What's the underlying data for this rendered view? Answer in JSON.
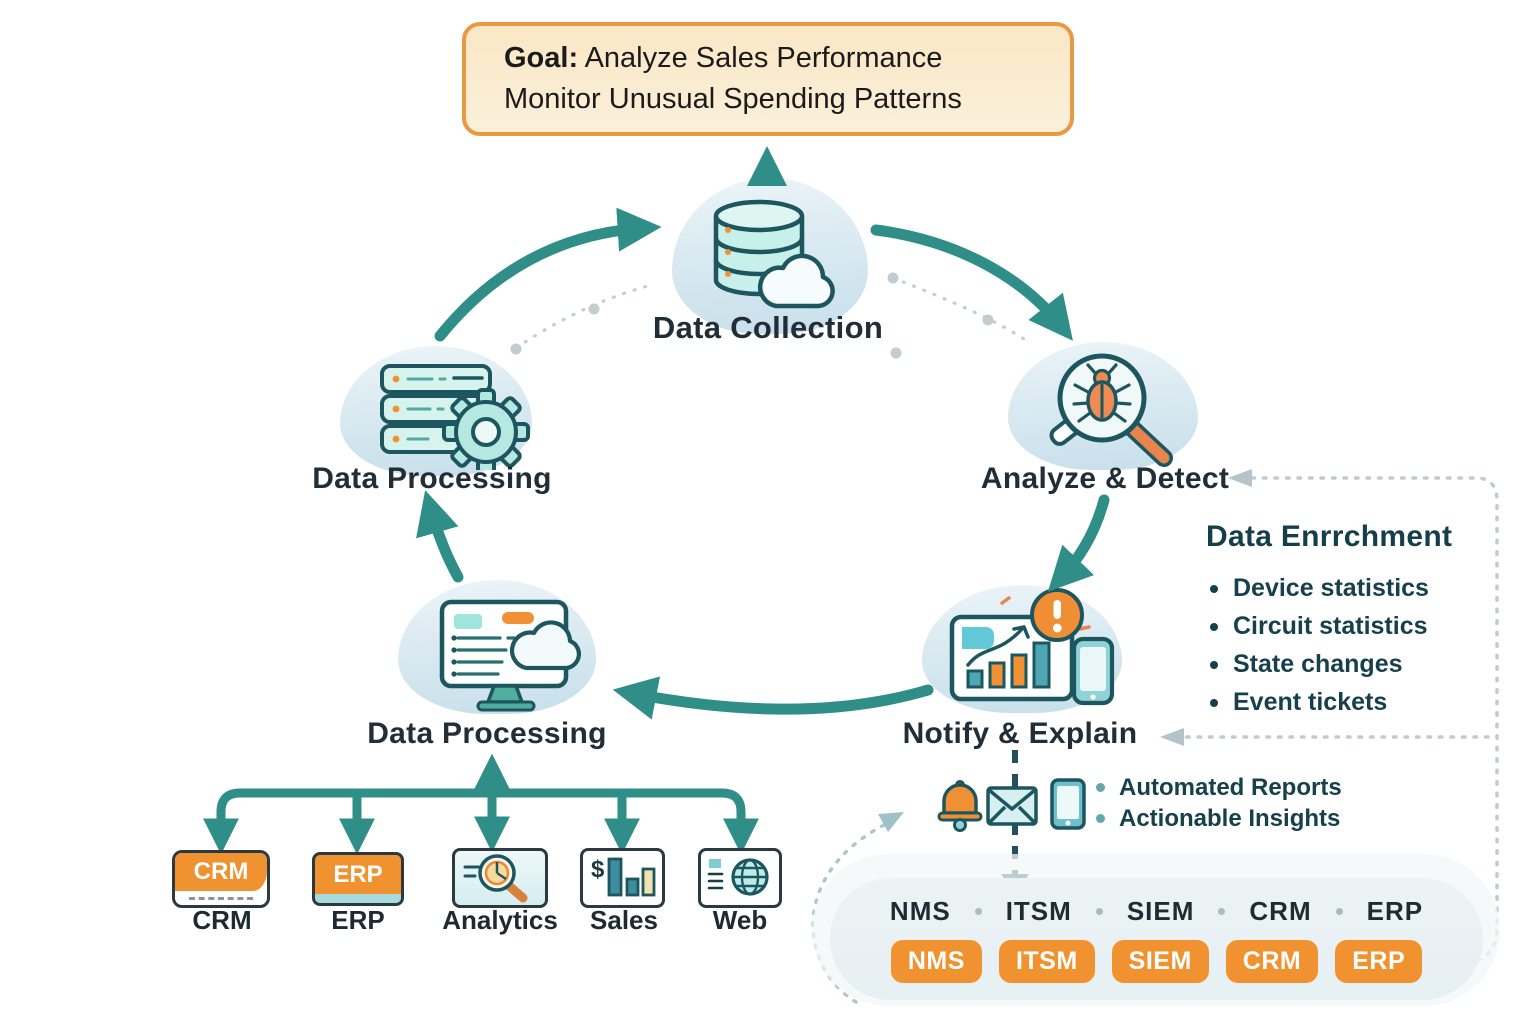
{
  "goal": {
    "prefix": "Goal:",
    "line1": " Analyze Sales Performance",
    "line2": "Monitor Unusual Spending Patterns"
  },
  "nodes": {
    "data_collection": "Data Collection",
    "data_processing_left": "Data Processing",
    "analyze_detect": "Analyze & Detect",
    "data_processing_bottom": "Data Processing",
    "notify_explain": "Notify & Explain"
  },
  "enrichment": {
    "title": "Data Enrrchment",
    "items": [
      "Device statistics",
      "Circuit statistics",
      "State changes",
      "Event tickets"
    ]
  },
  "outputs": {
    "items": [
      "Automated Reports",
      "Actionable Insights"
    ],
    "icons": [
      "bell-icon",
      "mail-icon",
      "phone-icon"
    ]
  },
  "sources": {
    "cards": [
      {
        "label": "CRM",
        "badge": "CRM"
      },
      {
        "label": "ERP",
        "badge": "ERP"
      },
      {
        "label": "Analytics",
        "icon": "pie-magnifier-icon"
      },
      {
        "label": "Sales",
        "icon": "dollar-bars-icon",
        "symbol": "$"
      },
      {
        "label": "Web",
        "icon": "globe-doc-icon"
      }
    ]
  },
  "systems": {
    "labels": [
      "NMS",
      "ITSM",
      "SIEM",
      "CRM",
      "ERP"
    ],
    "buttons": [
      "NMS",
      "ITSM",
      "SIEM",
      "CRM",
      "ERP"
    ]
  },
  "colors": {
    "teal_arrow": "#2f8f88",
    "icon_stroke": "#1d565e",
    "icon_teal_fill": "#c8f0ea",
    "orange": "#f0922f",
    "goal_border": "#e9993f",
    "dark_text": "#212e37",
    "panel_text": "#17404c",
    "pill_bg": "#ecf3f5",
    "dotted_gray": "#bfcbd0"
  }
}
